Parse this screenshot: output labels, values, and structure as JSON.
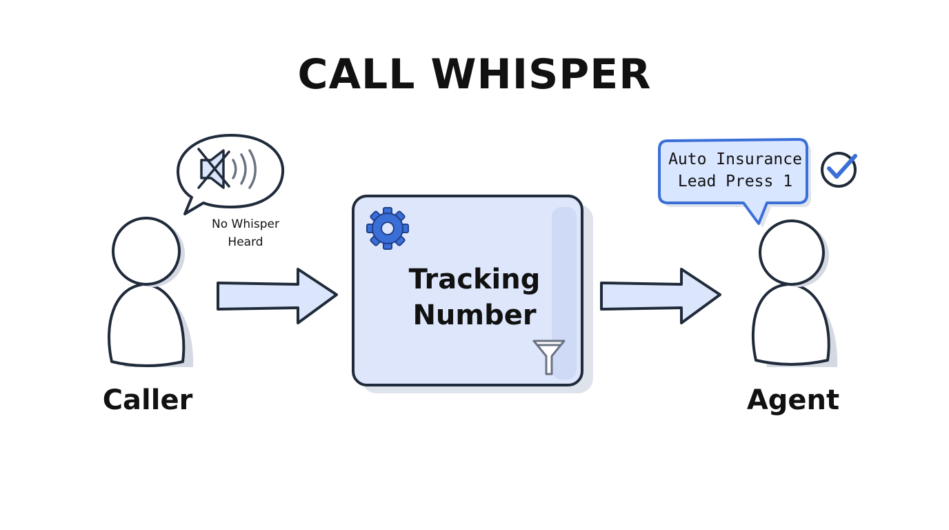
{
  "title": "CALL WHISPER",
  "caller": {
    "label": "Caller",
    "speech_icon": "muted-speaker-icon",
    "note_lines": [
      "No Whisper",
      "Heard"
    ]
  },
  "tracking": {
    "lines": [
      "Tracking",
      "Number"
    ],
    "icons": [
      "gear-icon",
      "funnel-icon"
    ]
  },
  "agent": {
    "label": "Agent",
    "bubble_lines": [
      "Auto Insurance",
      "Lead Press 1"
    ],
    "icon": "checkmark-circle-icon"
  },
  "colors": {
    "ink": "#111111",
    "outline": "#1f2a3a",
    "accent": "#3b6fd8",
    "box_fill": "#dde6fb",
    "arrow_fill": "#dbe5fb",
    "bubble_fill": "#d9e6ff",
    "person_shadow": "#d5d9e2"
  }
}
